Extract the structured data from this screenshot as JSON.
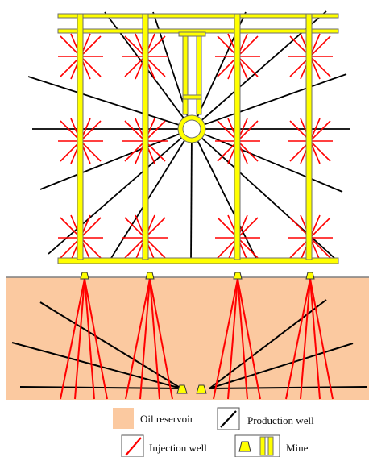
{
  "colors": {
    "mine": "#ffff00",
    "mine_outline": "#6e6e6e",
    "production_well": "#000000",
    "injection_well": "#ff0000",
    "oil_reservoir": "#fbc9a0",
    "surface_line": "#7f7f7f"
  },
  "legend": {
    "oil_reservoir": "Oil reservoir",
    "production_well": "Production well",
    "injection_well": "Injection well",
    "mine": "Mine"
  }
}
